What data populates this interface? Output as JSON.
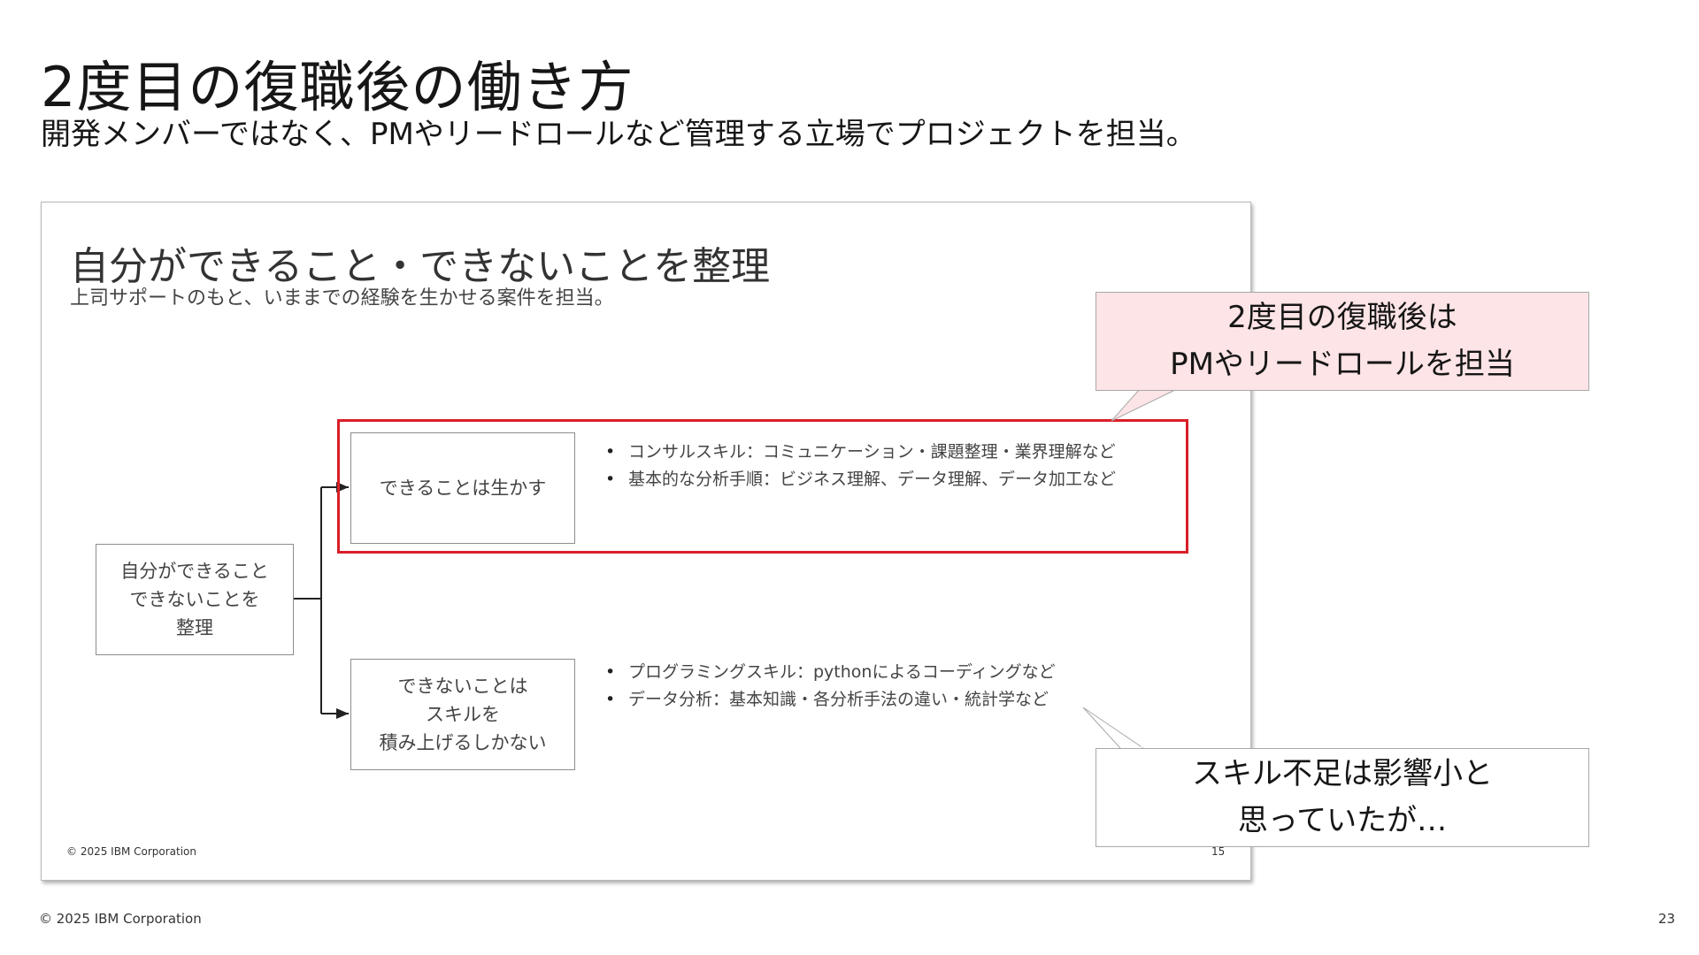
{
  "header": {
    "title": "2度目の復職後の働き方",
    "subtitle": "開発メンバーではなく、PMやリードロールなど管理する立場でプロジェクトを担当。"
  },
  "slide": {
    "title": "自分ができること・できないことを整理",
    "subtitle": "上司サポートのもと、いままでの経験を生かせる案件を担当。",
    "root_box": "自分ができること\nできないことを\n整理",
    "can_box": "できることは生かす",
    "cannot_box": "できないことは\nスキルを\n積み上げるしかない",
    "can_items": [
      "コンサルスキル：コミュニケーション・課題整理・業界理解など",
      "基本的な分析手順：ビジネス理解、データ理解、データ加工など"
    ],
    "cannot_items": [
      "プログラミングスキル：pythonによるコーディングなど",
      "データ分析：基本知識・各分析手法の違い・統計学など"
    ],
    "footer": "© 2025 IBM Corporation",
    "page": "15"
  },
  "callouts": {
    "top": "2度目の復職後は\nPMやリードロールを担当",
    "bottom": "スキル不足は影響小と\n思っていたが…"
  },
  "footer": {
    "copyright": "© 2025 IBM Corporation",
    "page": "23"
  },
  "colors": {
    "highlight_frame": "#da1e28",
    "callout_top_bg": "#fde4e6"
  }
}
